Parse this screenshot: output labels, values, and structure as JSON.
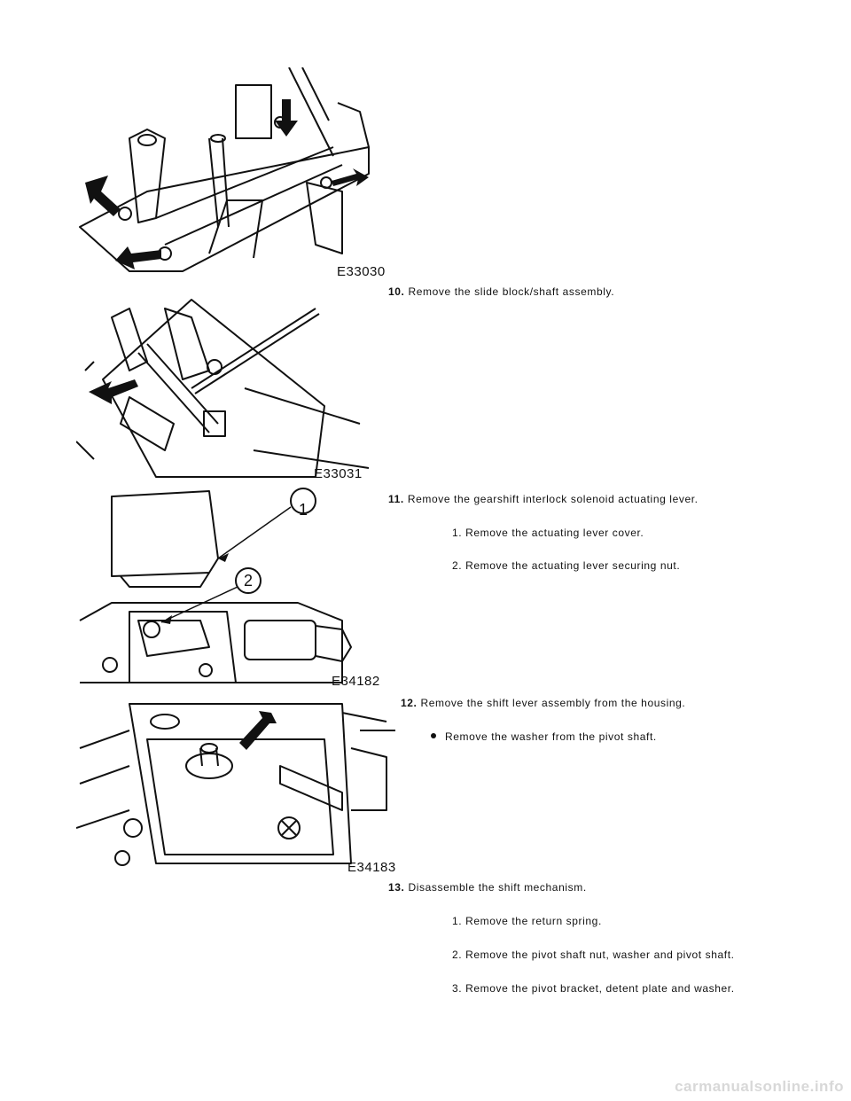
{
  "figures": [
    {
      "code": "E33030"
    },
    {
      "code": "E33031"
    },
    {
      "code": "E34182",
      "callouts": [
        "1",
        "2"
      ]
    },
    {
      "code": "E34183"
    }
  ],
  "steps": [
    {
      "number": "10.",
      "text": "Remove the slide block/shaft assembly."
    },
    {
      "number": "11.",
      "text": "Remove the gearshift interlock solenoid actuating lever.",
      "substeps": [
        "1. Remove the actuating lever cover.",
        "2. Remove the actuating lever securing nut."
      ]
    },
    {
      "number": "12.",
      "text": "Remove the shift lever assembly from the housing.",
      "bullets": [
        "Remove the washer from the pivot shaft."
      ]
    },
    {
      "number": "13.",
      "text": "Disassemble the shift mechanism.",
      "substeps": [
        "1. Remove the return spring.",
        "2. Remove the pivot shaft nut, washer and pivot shaft.",
        "3. Remove the pivot bracket, detent plate and washer."
      ]
    }
  ],
  "footer": "carmanualsonline.info"
}
